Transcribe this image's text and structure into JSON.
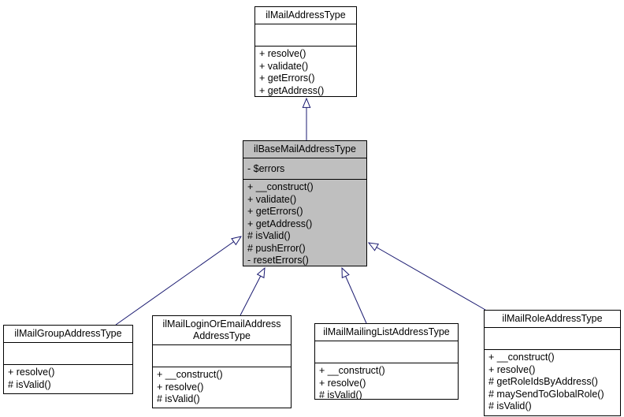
{
  "diagram": {
    "type": "uml-class-inheritance",
    "background_color": "#ffffff",
    "node_fill_color": "#ffffff",
    "node_border_color": "#000000",
    "highlight_fill_color": "#bfbfbf",
    "edge_color": "#191970",
    "highlighted_class": "ilBaseMailAddressType"
  },
  "classes": {
    "interface": {
      "name": "ilMailAddressType",
      "attributes": [],
      "methods": [
        "+ resolve()",
        "+ validate()",
        "+ getErrors()",
        "+ getAddress()"
      ]
    },
    "base": {
      "name": "ilBaseMailAddressType",
      "attributes": [
        "- $errors"
      ],
      "methods": [
        "+ __construct()",
        "+ validate()",
        "+ getErrors()",
        "+ getAddress()",
        "# isValid()",
        "# pushError()",
        "- resetErrors()"
      ]
    },
    "group": {
      "name": "ilMailGroupAddressType",
      "attributes": [],
      "methods": [
        "+ resolve()",
        "# isValid()"
      ]
    },
    "login_or_email": {
      "name_lines": [
        "ilMailLoginOrEmailAddress",
        "AddressType"
      ],
      "attributes": [],
      "methods": [
        "+ __construct()",
        "+ resolve()",
        "# isValid()"
      ]
    },
    "mailing_list": {
      "name": "ilMailMailingListAddressType",
      "attributes": [],
      "methods": [
        "+ __construct()",
        "+ resolve()",
        "# isValid()"
      ]
    },
    "role": {
      "name": "ilMailRoleAddressType",
      "attributes": [],
      "methods": [
        "+ __construct()",
        "+ resolve()",
        "# getRoleIdsByAddress()",
        "# maySendToGlobalRole()",
        "# isValid()"
      ]
    }
  },
  "edges": [
    {
      "from": "ilBaseMailAddressType",
      "to": "ilMailAddressType",
      "relation": "inherits"
    },
    {
      "from": "ilMailGroupAddressType",
      "to": "ilBaseMailAddressType",
      "relation": "inherits"
    },
    {
      "from": "ilMailLoginOrEmailAddressAddressType",
      "to": "ilBaseMailAddressType",
      "relation": "inherits"
    },
    {
      "from": "ilMailMailingListAddressType",
      "to": "ilBaseMailAddressType",
      "relation": "inherits"
    },
    {
      "from": "ilMailRoleAddressType",
      "to": "ilBaseMailAddressType",
      "relation": "inherits"
    }
  ]
}
